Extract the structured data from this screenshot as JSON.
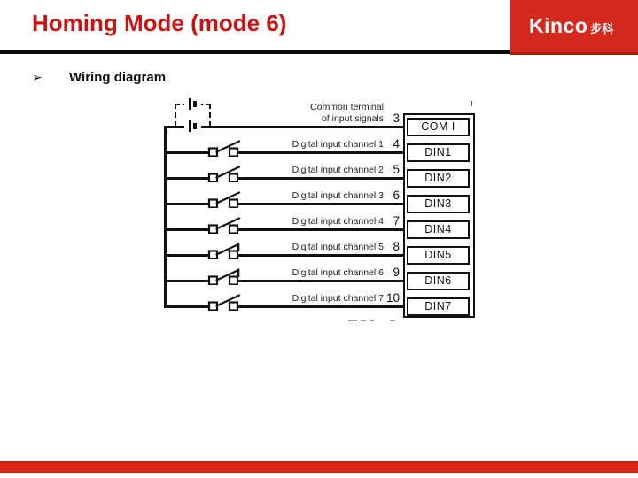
{
  "header": {
    "title": "Homing Mode (mode 6)",
    "logo_text": "Kinco",
    "logo_text_cjk": "步科"
  },
  "content": {
    "bullet_marker": "➢",
    "bullet_label": "Wiring diagram"
  },
  "colors": {
    "title_red": "#cc1111",
    "logo_red": "#d5291d",
    "footer_red": "#dc2418",
    "diagram_ink": "#111111"
  },
  "diagram": {
    "rows": [
      {
        "label_line1": "Common terminal",
        "label_line2": "of input signals",
        "pin": "3",
        "terminal": "COM I",
        "switch": "none"
      },
      {
        "label": "Digital input channel 1",
        "pin": "4",
        "terminal": "DIN1",
        "switch": "no"
      },
      {
        "label": "Digital input channel 2",
        "pin": "5",
        "terminal": "DIN2",
        "switch": "no"
      },
      {
        "label": "Digital input channel 3",
        "pin": "6",
        "terminal": "DIN3",
        "switch": "no"
      },
      {
        "label": "Digital input channel 4",
        "pin": "7",
        "terminal": "DIN4",
        "switch": "no"
      },
      {
        "label": "Digital input channel 5",
        "pin": "8",
        "terminal": "DIN5",
        "switch": "nc"
      },
      {
        "label": "Digital input channel 6",
        "pin": "9",
        "terminal": "DIN6",
        "switch": "nc"
      },
      {
        "label": "Digital input channel 7",
        "pin": "10",
        "terminal": "DIN7",
        "switch": "no"
      }
    ]
  }
}
